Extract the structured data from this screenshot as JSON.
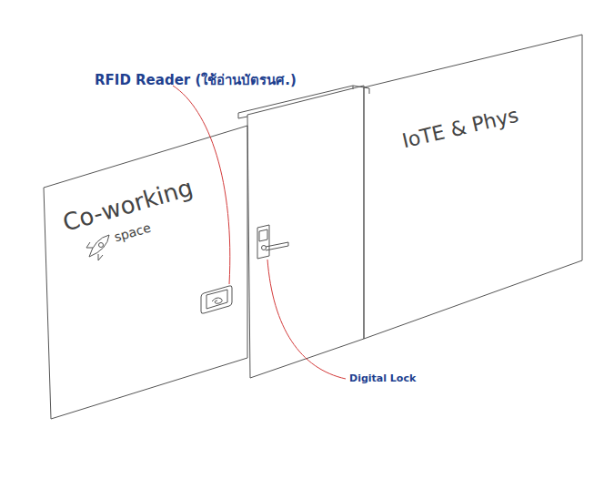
{
  "diagram": {
    "labels": [
      "RFID Reader (ใช้อ่านบัตรนศ.)",
      "Co-working",
      "space",
      "IoTE & Phys",
      "Digital Lock"
    ]
  }
}
